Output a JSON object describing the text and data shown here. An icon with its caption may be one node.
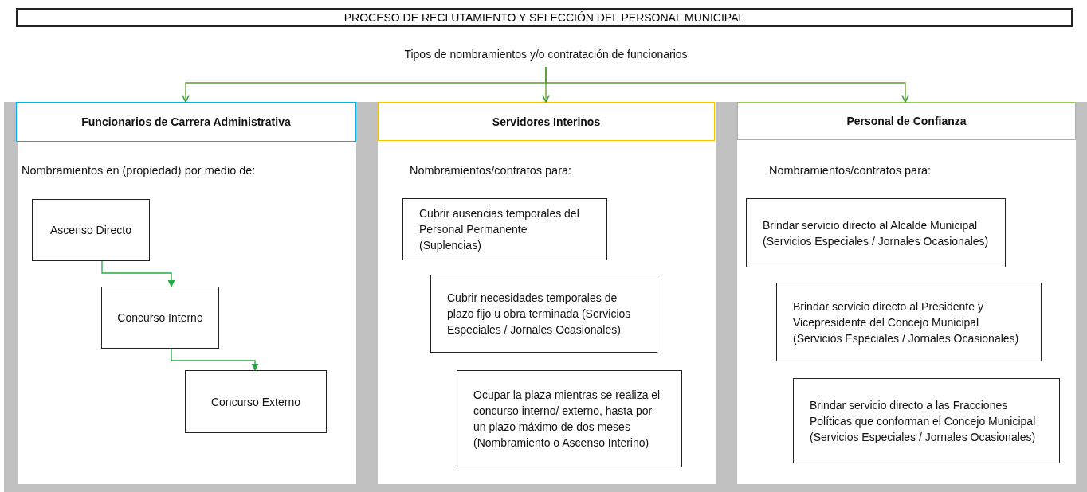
{
  "diagram": {
    "title": "PROCESO DE RECLUTAMIENTO Y SELECCIÓN DEL PERSONAL MUNICIPAL",
    "nodes": [
      {
        "text": [
          "Tipos de nombramientos y/o contratación de funcionarios"
        ]
      },
      {
        "text": [
          "Nombramientos en (propiedad) por medio de:"
        ]
      },
      {
        "text": [
          "Funcionarios de Carrera Administrativa"
        ],
        "in": 1
      },
      {
        "text": [
          "Ascenso Directo"
        ],
        "in": 1
      },
      {
        "text": [
          "Concurso Interno"
        ],
        "in": 1
      },
      {
        "text": [
          "Concurso Externo"
        ],
        "in": 1
      },
      {
        "text": [
          "Nombramientos/contratos para:"
        ]
      },
      {
        "text": [
          "Servidores Interinos"
        ],
        "in": 6
      },
      {
        "text": [
          "Cubrir ausencias temporales del Personal Permanente (Suplencias)"
        ],
        "in": 6
      },
      {
        "text": [
          "Cubrir necesidades temporales de plazo fijo u obra terminada (Servicios Especiales / Jornales Ocasionales)"
        ],
        "in": 6
      },
      {
        "text": [
          "Ocupar la plaza mientras se realiza el concurso interno/ externo, hasta por un plazo máximo de dos meses (Nombramiento o Ascenso Interino)"
        ],
        "in": 6
      },
      {
        "text": [
          "Nombramientos/contratos para:"
        ]
      },
      {
        "text": [
          "Personal de Confianza"
        ],
        "in": 11
      },
      {
        "text": [
          "Brindar servicio directo al Alcalde Municipal (Servicios Especiales / Jornales Ocasionales)"
        ],
        "in": 11
      },
      {
        "text": [
          "Brindar servicio directo al Presidente y Vicepresidente del Concejo Municipal (Servicios Especiales / Jornales Ocasionales)"
        ],
        "in": 11
      },
      {
        "text": [
          "Brindar servicio directo a las Fracciones Políticas que conforman el Concejo Municipal (Servicios Especiales / Jornales Ocasionales)"
        ],
        "in": 11
      }
    ],
    "edges": [
      {
        "from": 0,
        "to": 2,
        "arrow": "to"
      },
      {
        "from": 0,
        "to": 7,
        "arrow": "to"
      },
      {
        "from": 0,
        "to": 12,
        "arrow": "to"
      },
      {
        "from": 3,
        "to": 4,
        "arrow": "to"
      },
      {
        "from": 4,
        "to": 5,
        "arrow": "to"
      }
    ]
  }
}
